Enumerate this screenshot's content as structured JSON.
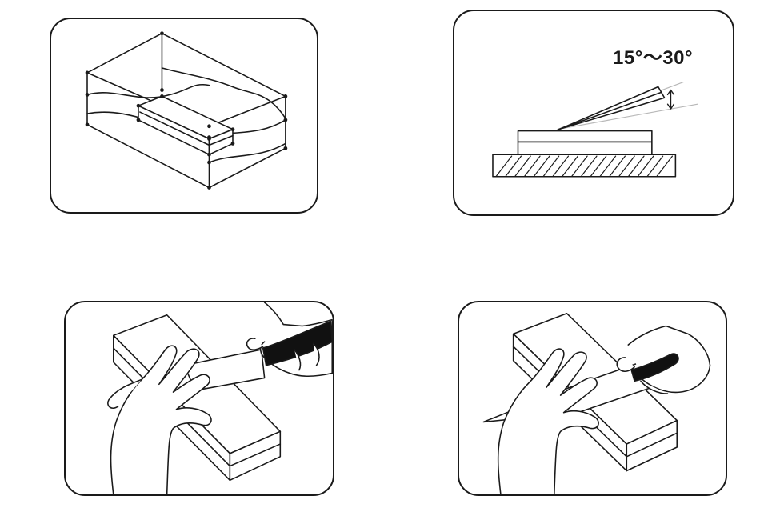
{
  "steps": [
    {
      "id": "soak",
      "icon": "stone-in-water-icon"
    },
    {
      "id": "angle",
      "icon": "sharpening-angle-icon",
      "angle_text": "15°～30°"
    },
    {
      "id": "push",
      "icon": "hands-knife-push-icon"
    },
    {
      "id": "sweep",
      "icon": "hands-knife-sweep-icon"
    }
  ],
  "colors": {
    "line": "#1a1a1a",
    "grey": "#b8b8b8",
    "fill": "#ffffff",
    "handle": "#111111"
  }
}
